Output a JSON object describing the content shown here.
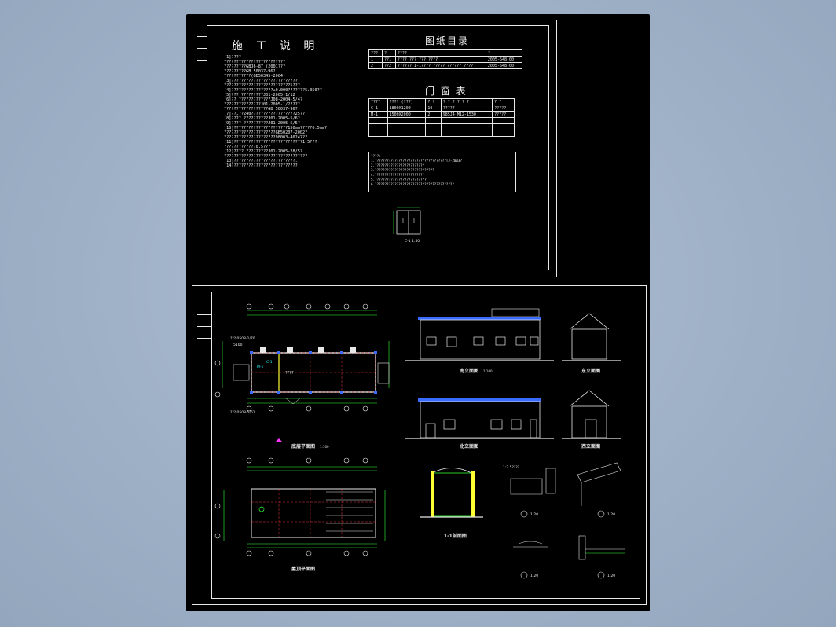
{
  "top_sheet": {
    "notes_title": "施 工 说 明",
    "notes": [
      "[1]????",
      "  ?????????????????????????",
      "  ?????????GBJ6-87 (2001???",
      "  ?????????GB 50037-96?",
      "  ???????????(GB50345-2004)",
      "",
      "[3]???????????????????????????",
      "  ???????????????????????????5???",
      "[4]?????????????????±0.000???????5.050??",
      "[5]??? ?????????J01-2005-1/12",
      "[6]??  ?????????????J08-2004-5/4?",
      "      ???????????????J01-2005-1/2????",
      "      ??????????????????GB 50037-96?",
      "[7]??,??240??????????????????25??",
      "[8]???? ??????????J01-2005-5/6?",
      "[9]???? ??????????J01-2005-5/5?",
      "[10]??????????????????????150mm?????0.5mm?",
      "      ?????????????????????GB50207-2002?",
      "      ?????????????????????98003-40?47??",
      "[11]????????????????????????????1.5???",
      "      ?????????????0.5???",
      "[12]???? ?????????J01-2005-28/5?",
      "      ??????????????????????????????????",
      "[13]?????????????????????????.",
      "[14]??????????????????????????"
    ],
    "drawing_list": {
      "title": "图纸目录",
      "header": [
        "???",
        "?",
        "????",
        "?",
        "?"
      ],
      "rows": [
        [
          "1",
          "??1",
          "???? ??? ??? ????",
          "2005-548-00"
        ],
        [
          "2",
          "??2",
          "?????? 1-1???? ????? ?????? ????",
          "2005-548-00"
        ]
      ]
    },
    "door_window_table": {
      "title": "门 窗 表",
      "header": [
        "????",
        "???? (???)",
        "? ?",
        "? ? ? ? ? ?",
        "? ?"
      ],
      "rows": [
        [
          "C-1",
          "1800X1200",
          "10",
          "?????",
          "?????"
        ],
        [
          "M-1",
          "1500X2000",
          "2",
          "98SJ4-M12-1530",
          "?????"
        ],
        [
          "",
          "",
          "",
          "",
          ""
        ],
        [
          "",
          "",
          "",
          "",
          ""
        ],
        [
          "",
          "",
          "",
          "",
          ""
        ]
      ],
      "notes": [
        "????:",
        "  1.????????????????????????????????????TJ-2003?",
        "  2.?????????????????????????",
        "  3.??????????????????????????????",
        "  4.?????????????????????????",
        "  5.??????????????????????????",
        "  6.????????????????????????????????????????"
      ]
    },
    "door_detail_label": "C-1 1:50"
  },
  "bottom_sheet": {
    "plan_title": "底层平面图",
    "plan_scale": "1:100",
    "roof_plan_title": "屋顶平面图",
    "front_elev_title": "南立面图",
    "back_elev_title": "北立面图",
    "east_elev_title": "东立面图",
    "west_elev_title": "西立面图",
    "section_title": "1-1剖面图",
    "elev_scale": "1:100",
    "left_callout_1": "???J0508-1/70",
    "left_callout_2": "5100",
    "left_callout_3": "???J0508-5/61",
    "plan_room_label": "????",
    "door_tag_m1": "M-1",
    "window_tag_c1": "C-1",
    "detail_1": "1:20",
    "detail_2": "1:20",
    "detail_3": "1:20",
    "detail_4": "1:20",
    "detail_note": "1:2.5????"
  },
  "colors": {
    "background": "#000000",
    "frame": "#e8e8e8",
    "grid_red": "#e53a3a",
    "wall_green": "#33ff33",
    "col_yellow": "#ffff33",
    "roof_blue": "#3a6bff",
    "accent_magenta": "#ff33ff",
    "cyan": "#33ffff"
  }
}
